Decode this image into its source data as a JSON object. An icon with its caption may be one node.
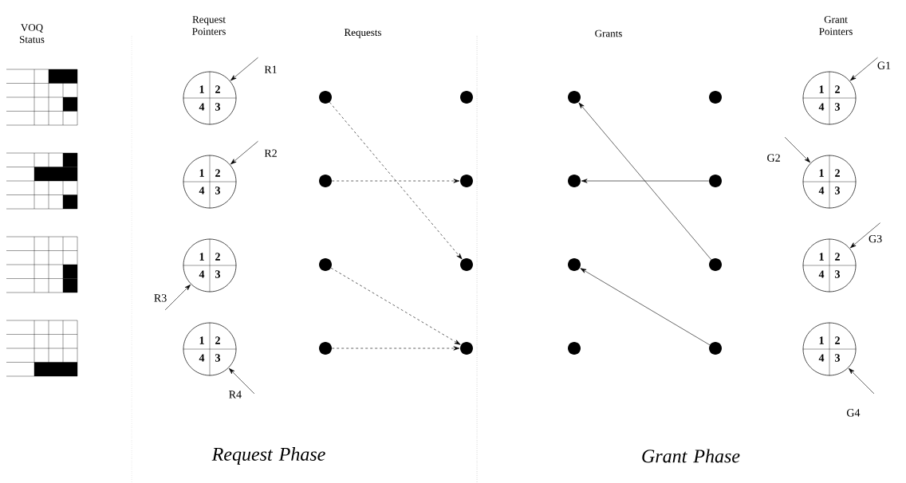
{
  "diagram": {
    "nodes": [
      {
        "text": [
          "1",
          "2",
          "4",
          "3"
        ]
      },
      {
        "text": [
          "1",
          "2",
          "4",
          "3"
        ]
      },
      {
        "text": [
          "1",
          "2",
          "4",
          "3"
        ]
      },
      {
        "text": [
          "1",
          "2",
          "4",
          "3"
        ]
      },
      {
        "text": [],
        "shape": "circle"
      },
      {
        "text": [],
        "shape": "circle"
      },
      {
        "text": [],
        "shape": "circle"
      },
      {
        "text": [],
        "shape": "circle"
      },
      {
        "text": [],
        "shape": "circle"
      },
      {
        "text": [],
        "shape": "circle"
      },
      {
        "text": [],
        "shape": "circle"
      },
      {
        "text": [],
        "shape": "circle"
      },
      {
        "text": [],
        "shape": "circle"
      },
      {
        "text": [],
        "shape": "circle"
      },
      {
        "text": [],
        "shape": "circle"
      },
      {
        "text": [],
        "shape": "circle"
      },
      {
        "text": [],
        "shape": "circle"
      },
      {
        "text": [],
        "shape": "circle"
      },
      {
        "text": [],
        "shape": "circle"
      },
      {
        "text": [],
        "shape": "circle"
      },
      {
        "text": [
          "1",
          "2",
          "4",
          "3"
        ]
      },
      {
        "text": [
          "1",
          "2",
          "4",
          "3"
        ]
      },
      {
        "text": [
          "1",
          "2",
          "4",
          "3"
        ]
      },
      {
        "text": [
          "1",
          "2",
          "4",
          "3"
        ]
      }
    ],
    "edges": [
      {
        "from": 4,
        "to": 10,
        "arrow": "to",
        "style": "dashed"
      },
      {
        "from": 5,
        "to": 9,
        "arrow": "to",
        "style": "dashed"
      },
      {
        "from": 6,
        "to": 11,
        "arrow": "to",
        "style": "dashed"
      },
      {
        "from": 7,
        "to": 11,
        "arrow": "to",
        "style": "dashed"
      },
      {
        "from": 18,
        "to": 12,
        "arrow": "to"
      },
      {
        "from": 17,
        "to": 13,
        "arrow": "to"
      },
      {
        "from": 19,
        "to": 14,
        "arrow": "to"
      },
      {
        "from": null,
        "to": 0,
        "arrow": "to",
        "label": "R1"
      },
      {
        "from": null,
        "to": 1,
        "arrow": "to",
        "label": "R2"
      },
      {
        "from": null,
        "to": 2,
        "arrow": "to",
        "label": "R3"
      },
      {
        "from": null,
        "to": 3,
        "arrow": "to",
        "label": "R4"
      },
      {
        "from": null,
        "to": 20,
        "arrow": "to",
        "label": "G1"
      },
      {
        "from": null,
        "to": 21,
        "arrow": "to",
        "label": "G2"
      },
      {
        "from": null,
        "to": 22,
        "arrow": "to",
        "label": "G3"
      },
      {
        "from": null,
        "to": 23,
        "arrow": "to",
        "label": "G4"
      }
    ],
    "labels": [
      "VOQ Status",
      "Request Pointers",
      "Requests",
      "Grants",
      "Grant Pointers",
      "Request Phase",
      "Grant Phase"
    ]
  }
}
